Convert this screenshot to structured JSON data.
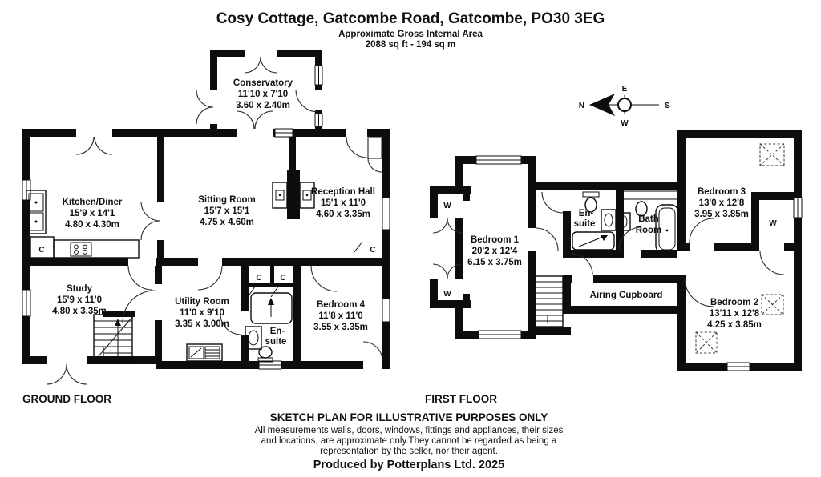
{
  "header": {
    "title": "Cosy Cottage, Gatcombe Road, Gatcombe, PO30 3EG",
    "area_line1": "Approximate Gross Internal Area",
    "area_line2": "2088 sq ft - 194 sq m"
  },
  "labels": {
    "ground_floor": "GROUND FLOOR",
    "first_floor": "FIRST FLOOR",
    "cupboard": "C",
    "wardrobe": "W"
  },
  "compass": {
    "north": "N",
    "east": "E",
    "south": "S",
    "west": "W"
  },
  "ground_floor": {
    "conservatory": {
      "name": "Conservatory",
      "imperial": "11'10 x 7'10",
      "metric": "3.60 x 2.40m"
    },
    "kitchen_diner": {
      "name": "Kitchen/Diner",
      "imperial": "15'9 x 14'1",
      "metric": "4.80 x 4.30m"
    },
    "sitting_room": {
      "name": "Sitting Room",
      "imperial": "15'7 x 15'1",
      "metric": "4.75 x 4.60m"
    },
    "reception_hall": {
      "name": "Reception Hall",
      "imperial": "15'1 x 11'0",
      "metric": "4.60 x 3.35m"
    },
    "study": {
      "name": "Study",
      "imperial": "15'9 x 11'0",
      "metric": "4.80 x 3.35m"
    },
    "utility_room": {
      "name": "Utility Room",
      "imperial": "11'0 x 9'10",
      "metric": "3.35 x 3.00m"
    },
    "bedroom_4": {
      "name": "Bedroom 4",
      "imperial": "11'8 x 11'0",
      "metric": "3.55 x 3.35m"
    },
    "en_suite": {
      "line1": "En-",
      "line2": "suite"
    }
  },
  "first_floor": {
    "bedroom_1": {
      "name": "Bedroom 1",
      "imperial": "20'2 x 12'4",
      "metric": "6.15 x 3.75m"
    },
    "bedroom_2": {
      "name": "Bedroom 2",
      "imperial": "13'11 x 12'8",
      "metric": "4.25 x 3.85m"
    },
    "bedroom_3": {
      "name": "Bedroom 3",
      "imperial": "13'0 x 12'8",
      "metric": "3.95 x 3.85m"
    },
    "en_suite": {
      "line1": "En-",
      "line2": "suite"
    },
    "bath_room": {
      "line1": "Bath",
      "line2": "Room"
    },
    "airing_cupboard": {
      "name": "Airing Cupboard"
    }
  },
  "footer": {
    "disclaimer_heading": "SKETCH PLAN FOR ILLUSTRATIVE PURPOSES ONLY",
    "disclaimer_line1": "All measurements walls, doors, windows, fittings and appliances, their sizes",
    "disclaimer_line2": "and locations, are approximate only.They cannot be regarded as being a",
    "disclaimer_line3": "representation by the seller, nor their agent.",
    "credit": "Produced by Potterplans Ltd. 2025"
  }
}
